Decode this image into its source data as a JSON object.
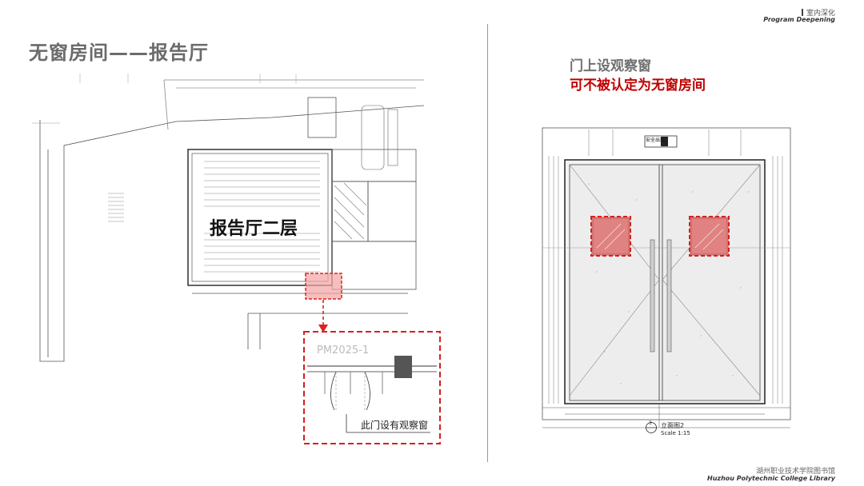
{
  "header": {
    "section_cn": "室内深化",
    "section_en": "Program Deepening"
  },
  "left": {
    "title": "无窗房间——报告厅",
    "floor_label": "报告厅二层",
    "detail_code": "PM2025-1",
    "detail_note": "此门设有观察窗"
  },
  "right": {
    "subtitle": "门上设观察窗",
    "conclusion": "可不被认定为无窗房间",
    "drawing_caption": "立面图2",
    "drawing_number": "3",
    "scale_text": "Scale 1:15",
    "exit_sign": "安全出口"
  },
  "footer": {
    "org_cn": "湖州职业技术学院图书馆",
    "org_en": "Huzhou Polytechnic College Library"
  },
  "colors": {
    "accent_red": "#c00000",
    "highlight_red": "#e02020",
    "title_grey": "#6b6b6b"
  }
}
